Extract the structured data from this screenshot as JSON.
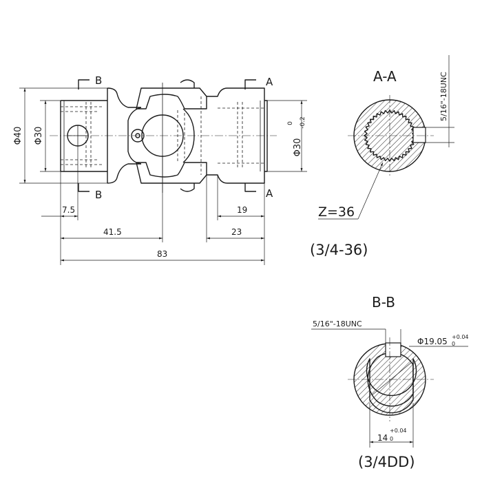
{
  "main_view": {
    "section_a_letter_top": "A",
    "section_a_letter_bottom": "A",
    "section_b_letter_top": "B",
    "section_b_letter_bottom": "B",
    "dia_outer": "Φ40",
    "dia_inner": "Φ30",
    "dia_right": "Φ30",
    "dia_right_upper_tol": "0",
    "dia_right_lower_tol": "-0.2",
    "dim_7_5": "7.5",
    "dim_41_5": "41.5",
    "dim_83": "83",
    "dim_19": "19",
    "dim_23": "23"
  },
  "section_a": {
    "title": "A-A",
    "thread_label": "5/16\"-18UNC",
    "spline_label": "Z=36",
    "size_label": "(3/4-36)"
  },
  "section_b": {
    "title": "B-B",
    "thread_label": "5/16\"-18UNC",
    "bore_dia": "Φ19.05",
    "bore_tol_upper": "+0.04",
    "bore_tol_lower": "0",
    "flat_dim": "14",
    "flat_tol_upper": "+0.04",
    "flat_tol_lower": "0",
    "size_label": "(3/4DD)"
  }
}
